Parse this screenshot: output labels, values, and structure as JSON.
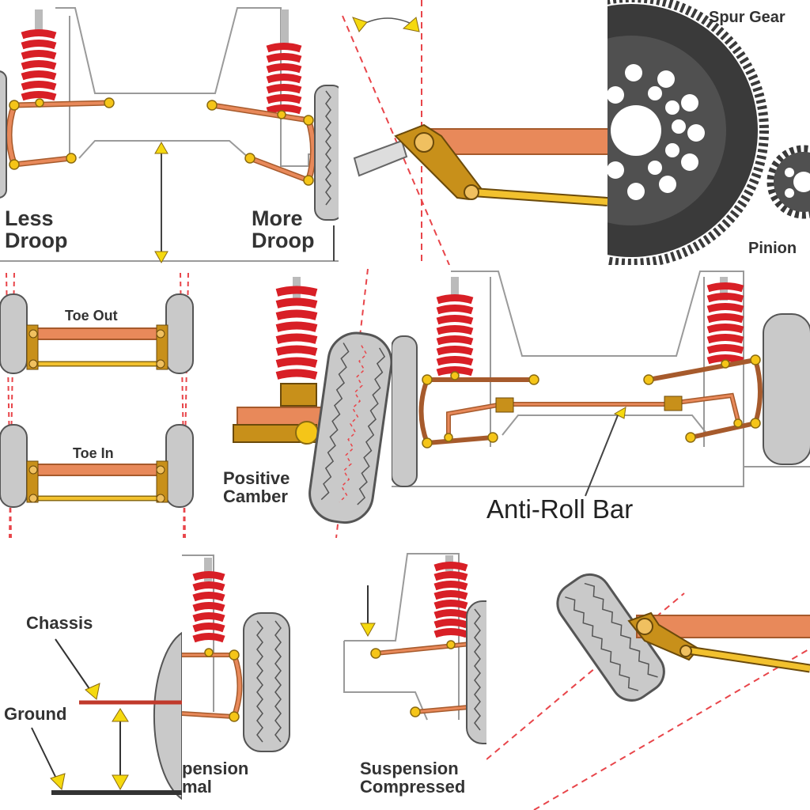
{
  "colors": {
    "spring": "#d81f26",
    "arm": "#e8895a",
    "arm_stroke": "#a65a2c",
    "link": "#f2c12e",
    "link_stroke": "#8a6a10",
    "pivot": "#f5c518",
    "chassis_stroke": "#9a9a9a",
    "tire": "#c9c9c9",
    "tire_tread": "#555555",
    "guide": "#e8454a",
    "gear": "#3a3a3a"
  },
  "labels": {
    "less_droop": [
      "Less",
      "Droop"
    ],
    "more_droop": [
      "More",
      "Droop"
    ],
    "spur_gear": "Spur Gear",
    "pinion": "Pinion",
    "toe_out": "Toe Out",
    "toe_in": "Toe In",
    "positive_camber": [
      "Positive",
      "Camber"
    ],
    "anti_roll_bar": "Anti-Roll Bar",
    "chassis": "Chassis",
    "ground": "Ground",
    "suspension_normal": [
      "pension",
      "mal"
    ],
    "suspension_compressed": [
      "Suspension",
      "Compressed"
    ]
  }
}
